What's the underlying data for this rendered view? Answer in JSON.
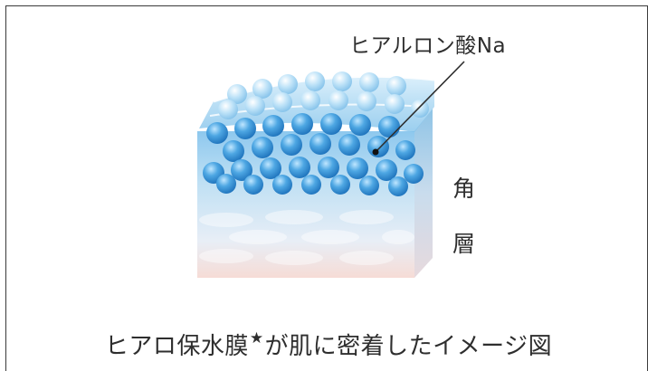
{
  "diagram": {
    "annotation_label": "ヒアルロン酸Na",
    "side_label": {
      "char1": "角",
      "char2": "層"
    },
    "caption": {
      "text_before": "ヒアロ保水膜",
      "star": "★",
      "text_after": "が肌に密着したイメージ図"
    }
  },
  "colors": {
    "border": "#3a3a3a",
    "text": "#2e2e2e",
    "sphere_blue": "#3f98d8",
    "layer_light_blue": "#bfe0f4",
    "layer_pink": "#f6dcd6"
  }
}
